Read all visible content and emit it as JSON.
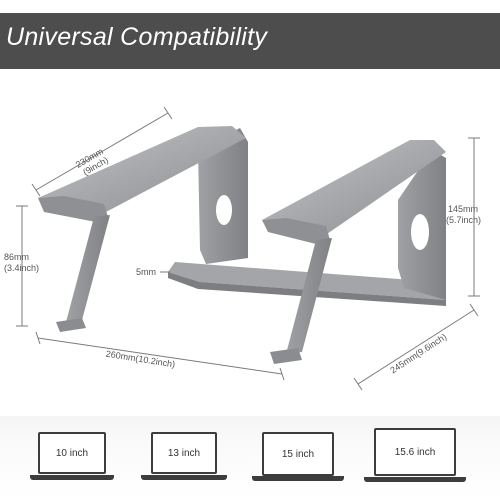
{
  "banner": {
    "title": "Universal Compatibility",
    "background": "#4d4d4d"
  },
  "dimensions": {
    "depth_top": {
      "line1": "230mm",
      "line2": "(9inch)"
    },
    "height_front": {
      "line1": "86mm",
      "line2": "(3.4inch)"
    },
    "height_back": {
      "line1": "145mm",
      "line2": "(5.7inch)"
    },
    "base_thickness": "5mm",
    "width": "260mm(10.2inch)",
    "depth_base": "245mm(9.6inch)"
  },
  "laptops": [
    {
      "label": "10 inch"
    },
    {
      "label": "13 inch"
    },
    {
      "label": "15 inch"
    },
    {
      "label": "15.6 inch"
    }
  ],
  "colors": {
    "metal": "#a7a9ac",
    "metal_dark": "#8a8c8f",
    "dimension_line": "#7a7a7a"
  }
}
